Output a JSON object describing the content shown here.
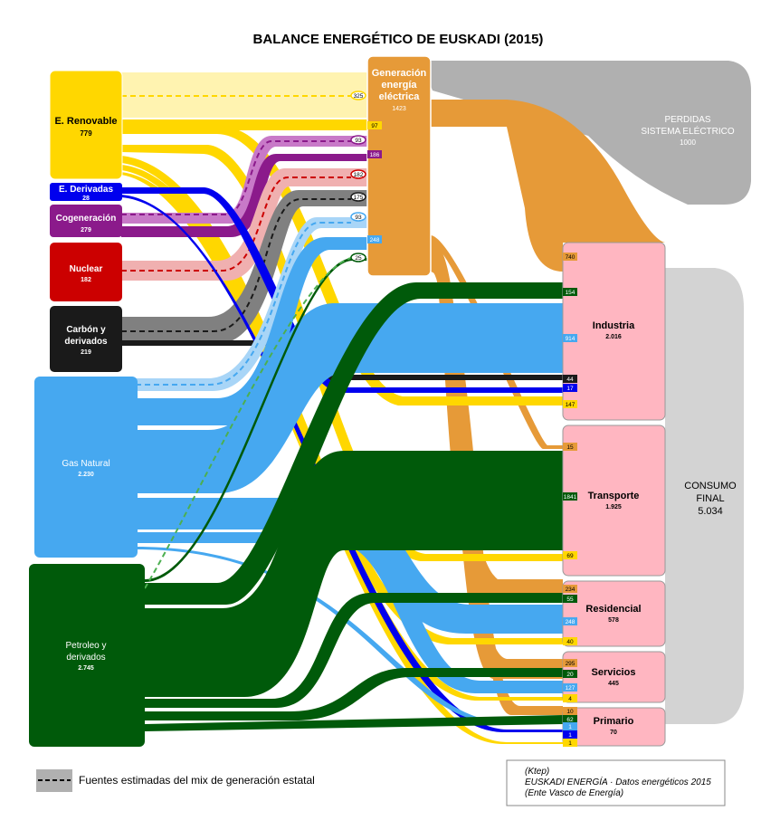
{
  "title": "BALANCE ENERGÉTICO DE EUSKADI (2015)",
  "sources": [
    {
      "id": "renovable",
      "name": "E. Renovable",
      "value": "779",
      "color": "#FFD700",
      "text": "#000000"
    },
    {
      "id": "derivadas",
      "name": "E. Derivadas",
      "value": "28",
      "color": "#0000EE",
      "text": "#ffffff"
    },
    {
      "id": "cogeneracion",
      "name": "Cogeneración",
      "value": "279",
      "color": "#8B1A8B",
      "text": "#ffffff"
    },
    {
      "id": "nuclear",
      "name": "Nuclear",
      "value": "182",
      "color": "#CC0000",
      "text": "#ffffff"
    },
    {
      "id": "carbon",
      "name1": "Carbón y",
      "name2": "derivados",
      "value": "219",
      "color": "#1a1a1a",
      "text": "#ffffff"
    },
    {
      "id": "gas",
      "name": "Gas Natural",
      "value": "2.230",
      "color": "#46A8F0",
      "text": "#ffffff"
    },
    {
      "id": "petroleo",
      "name1": "Petroleo y",
      "name2": "derivados",
      "value": "2.745",
      "color": "#005A0A",
      "text": "#ffffff"
    }
  ],
  "generation": {
    "line1": "Generación",
    "line2": "energía",
    "line3": "eléctrica",
    "value": "1423",
    "color": "#E69A38",
    "inputs": [
      {
        "value": "325",
        "color": "#FFD700"
      },
      {
        "value": "97",
        "color": "#FFD700"
      },
      {
        "value": "93",
        "color": "#8B1A8B"
      },
      {
        "value": "186",
        "color": "#8B1A8B"
      },
      {
        "value": "182",
        "color": "#CC0000"
      },
      {
        "value": "175",
        "color": "#1a1a1a"
      },
      {
        "value": "93",
        "color": "#46A8F0"
      },
      {
        "value": "248",
        "color": "#46A8F0"
      },
      {
        "value": "25",
        "color": "#005A0A"
      }
    ]
  },
  "losses": {
    "line1": "PERDIDAS",
    "line2": "SISTEMA ELÉCTRICO",
    "value": "1000",
    "color": "#B0B0B0"
  },
  "final": {
    "line1": "CONSUMO",
    "line2": "FINAL",
    "value": "5.034"
  },
  "sectors": [
    {
      "id": "industria",
      "name": "Industria",
      "value": "2.016",
      "inputs": [
        {
          "value": "740",
          "color": "#E69A38"
        },
        {
          "value": "154",
          "color": "#005A0A"
        },
        {
          "value": "914",
          "color": "#46A8F0"
        },
        {
          "value": "44",
          "color": "#1a1a1a"
        },
        {
          "value": "17",
          "color": "#0000EE"
        },
        {
          "value": "147",
          "color": "#FFD700"
        }
      ]
    },
    {
      "id": "transporte",
      "name": "Transporte",
      "value": "1.925",
      "inputs": [
        {
          "value": "15",
          "color": "#E69A38"
        },
        {
          "value": "1841",
          "color": "#005A0A"
        },
        {
          "value": "69",
          "color": "#FFD700"
        }
      ]
    },
    {
      "id": "residencial",
      "name": "Residencial",
      "value": "578",
      "inputs": [
        {
          "value": "234",
          "color": "#E69A38"
        },
        {
          "value": "55",
          "color": "#005A0A"
        },
        {
          "value": "248",
          "color": "#46A8F0"
        },
        {
          "value": "40",
          "color": "#FFD700"
        }
      ]
    },
    {
      "id": "servicios",
      "name": "Servicios",
      "value": "445",
      "inputs": [
        {
          "value": "295",
          "color": "#E69A38"
        },
        {
          "value": "20",
          "color": "#005A0A"
        },
        {
          "value": "127",
          "color": "#46A8F0"
        },
        {
          "value": "4",
          "color": "#FFD700"
        }
      ]
    },
    {
      "id": "primario",
      "name": "Primario",
      "value": "70",
      "inputs": [
        {
          "value": "10",
          "color": "#E69A38"
        },
        {
          "value": "62",
          "color": "#005A0A"
        },
        {
          "value": "1",
          "color": "#46A8F0"
        },
        {
          "value": "1",
          "color": "#0000EE"
        },
        {
          "value": "1",
          "color": "#FFD700"
        }
      ]
    }
  ],
  "legend": {
    "label": "Fuentes estimadas del mix de generación estatal"
  },
  "credit": {
    "line1": "(Ktep)",
    "line2": "EUSKADI ENERGÍA · Datos energéticos 2015",
    "line3": "(Ente Vasco de Energía)"
  }
}
